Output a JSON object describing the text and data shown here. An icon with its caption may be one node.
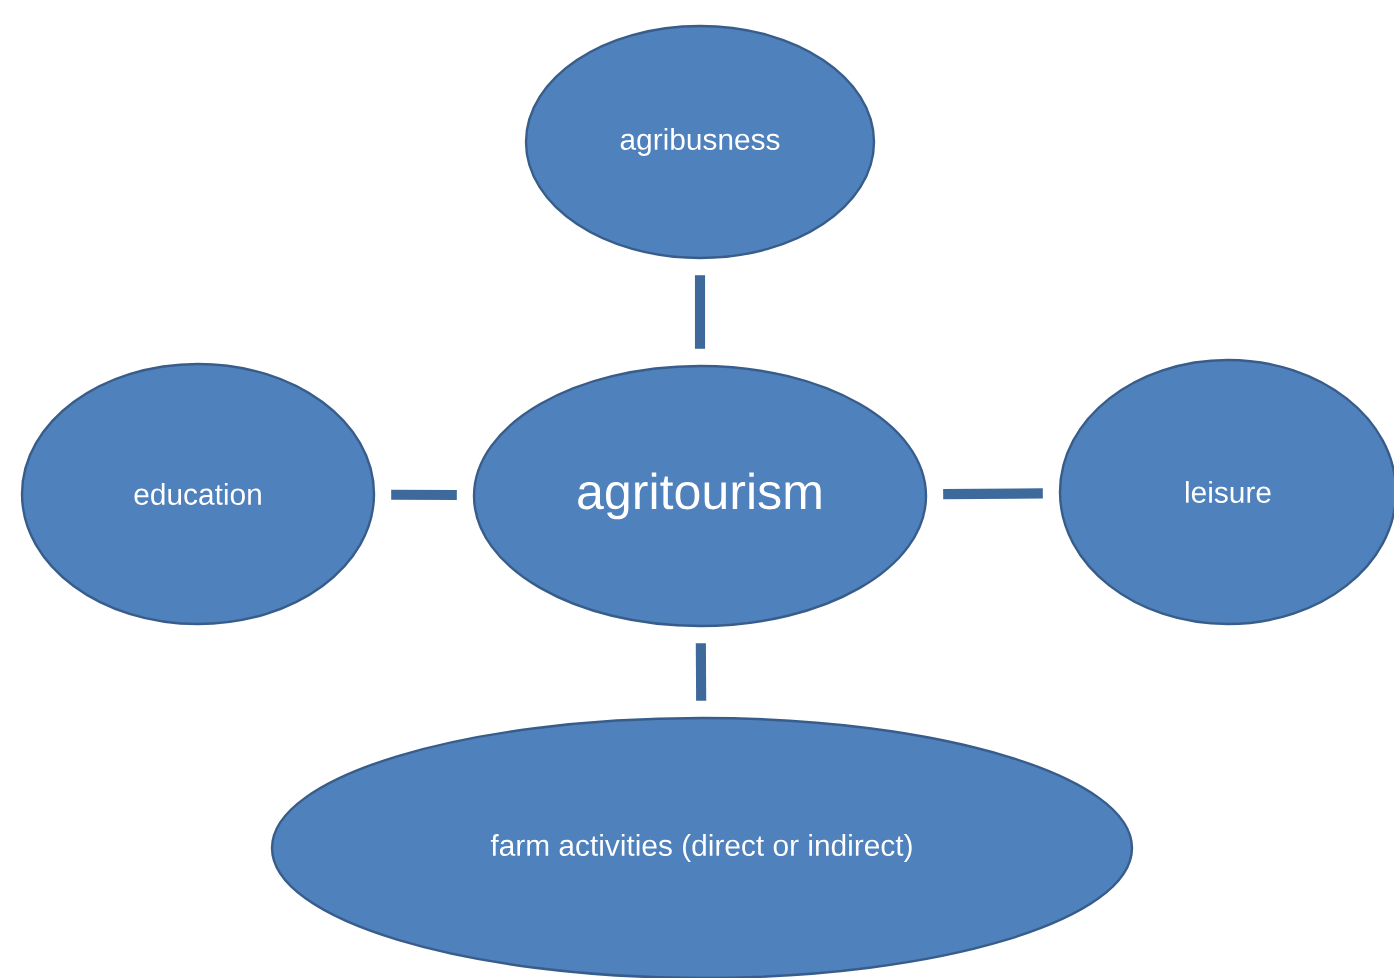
{
  "diagram": {
    "nodes": [
      {
        "text": [
          "agribusness"
        ]
      },
      {
        "text": [
          "education"
        ]
      },
      {
        "text": [
          "agritourism"
        ]
      },
      {
        "text": [
          "leisure"
        ]
      },
      {
        "text": [
          "farm activities  (direct or indirect)"
        ]
      }
    ],
    "edges": [
      {
        "from": 2,
        "to": 0,
        "arrow": "none"
      },
      {
        "from": 1,
        "to": 2,
        "arrow": "none"
      },
      {
        "from": 2,
        "to": 3,
        "arrow": "none"
      },
      {
        "from": 2,
        "to": 4,
        "arrow": "none"
      }
    ]
  }
}
